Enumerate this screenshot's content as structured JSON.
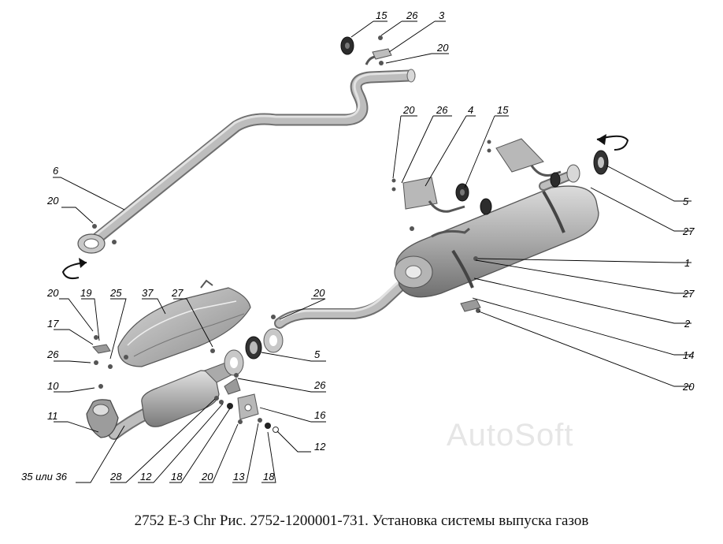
{
  "caption": "2752 E-3 Chr Рис. 2752-1200001-731. Установка системы выпуска газов",
  "watermark": "AutoSoft",
  "callouts": {
    "c15a": "15",
    "c26a": "26",
    "c3": "3",
    "c20a": "20",
    "c20b": "20",
    "c26b": "26",
    "c4": "4",
    "c15b": "15",
    "c6": "6",
    "c20c": "20",
    "c5a": "5",
    "c27a": "27",
    "c1": "1",
    "c27b": "27",
    "c2": "2",
    "c14": "14",
    "c20d": "20",
    "c20e": "20",
    "c19": "19",
    "c25": "25",
    "c37": "37",
    "c27c": "27",
    "c20f": "20",
    "c17": "17",
    "c26c": "26",
    "c5b": "5",
    "c26d": "26",
    "c10": "10",
    "c16": "16",
    "c11": "11",
    "c12a": "12",
    "c35": "35 или 36",
    "c28": "28",
    "c12b": "12",
    "c18a": "18",
    "c20g": "20",
    "c13": "13",
    "c18b": "18"
  }
}
